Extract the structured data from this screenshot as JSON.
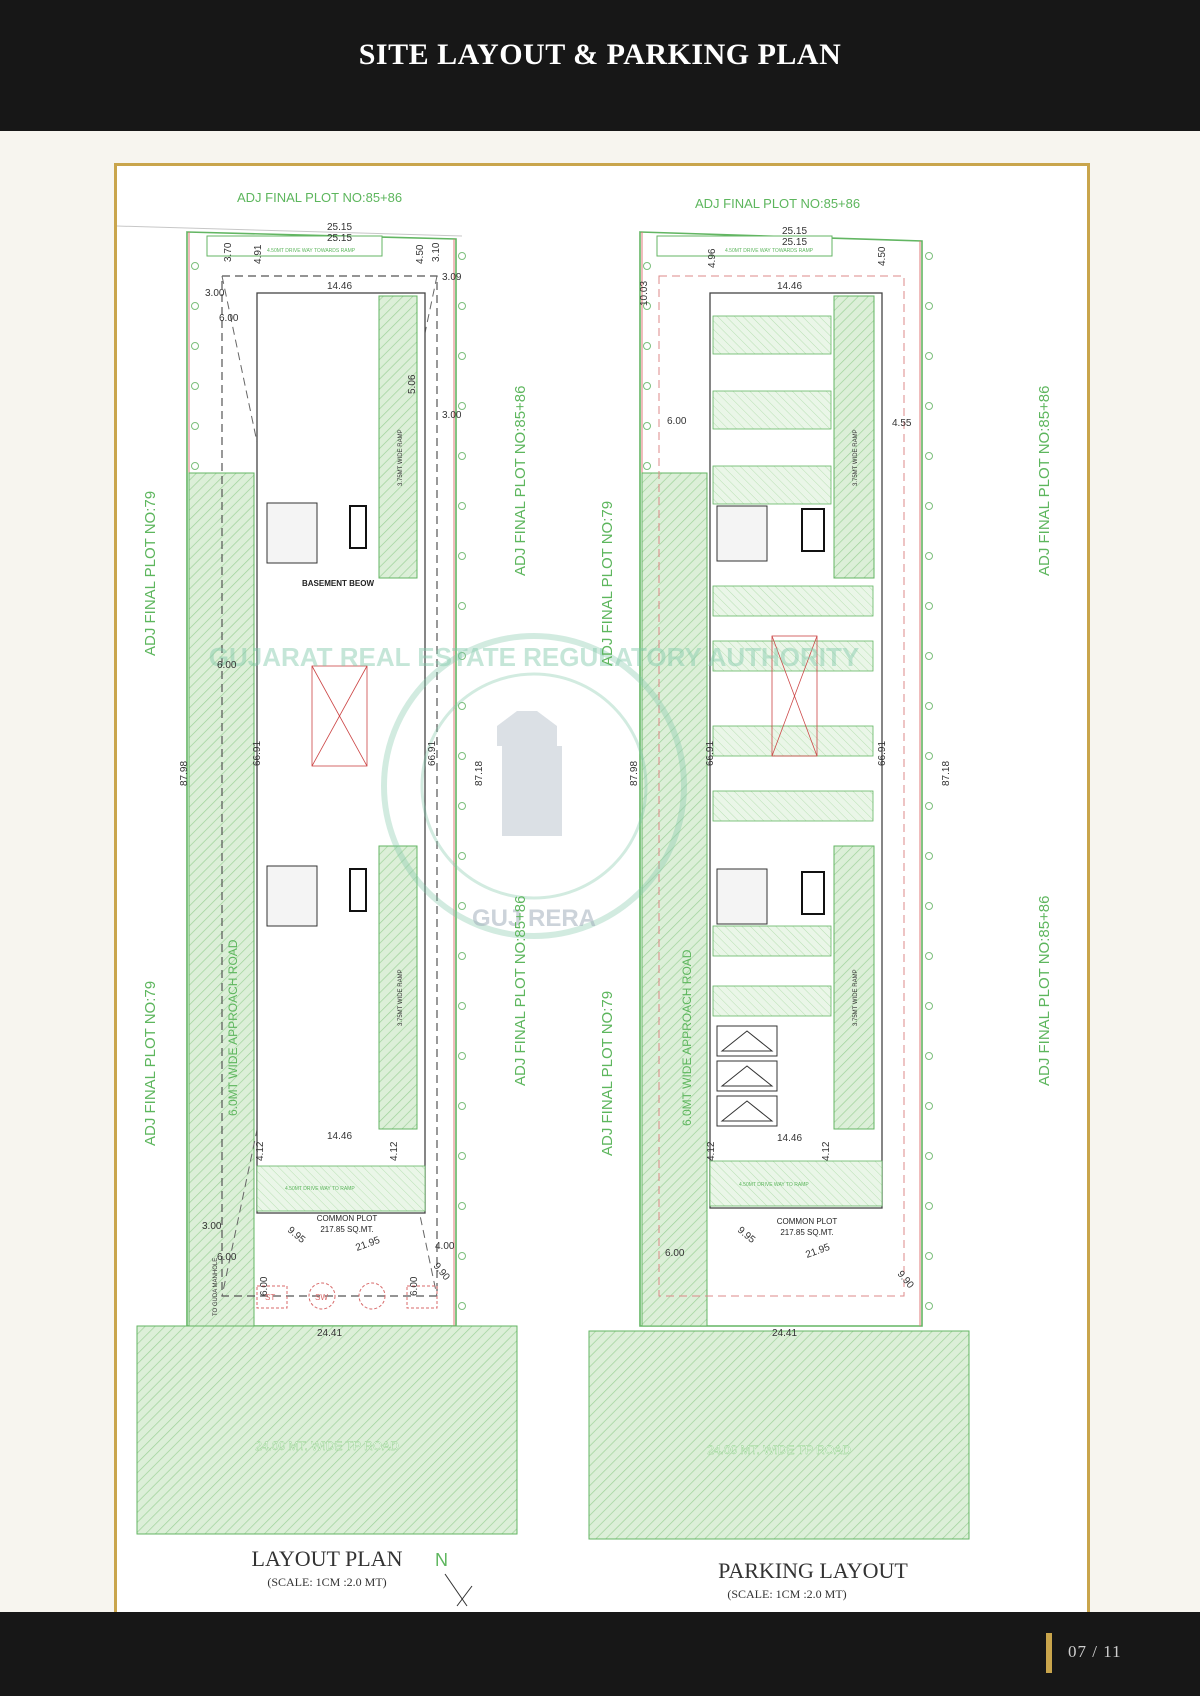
{
  "page": {
    "title": "SITE LAYOUT & PARKING PLAN",
    "page_number": "07",
    "page_total": "11",
    "page_separator": "/"
  },
  "colors": {
    "header_bg": "#171717",
    "gold_accent": "#c9a54c",
    "plan_green": "#63b663",
    "plan_fill": "#d9efd6",
    "page_bg": "#f7f5ef"
  },
  "stamp": {
    "outer_text": "GUJARAT REAL ESTATE REGULATORY AUTHORITY",
    "inner_text": "GUJ RERA"
  },
  "layout_plan": {
    "adj_top": "ADJ FINAL PLOT NO:85+86",
    "adj_left_upper": "ADJ FINAL PLOT NO:79",
    "adj_left_lower": "ADJ FINAL PLOT NO:79",
    "adj_right_upper": "ADJ FINAL PLOT NO:85+86",
    "adj_right_lower": "ADJ FINAL PLOT NO:85+86",
    "dim_top_1": "25.15",
    "dim_top_2": "25.15",
    "dim_width": "14.46",
    "dim_width_bottom": "14.46",
    "dim_depth": "66.91",
    "dim_depth_2": "66.91",
    "dim_total_left": "87.98",
    "dim_total_right": "87.18",
    "dim_front": "24.41",
    "dim_3_70": "3.70",
    "dim_4_91": "4.91",
    "dim_4_50": "4.50",
    "dim_3_10": "3.10",
    "dim_3_09": "3.09",
    "dim_3_00_a": "3.00",
    "dim_6_00_a": "6.00",
    "dim_3_00_b": "3.00",
    "dim_6_00_b": "6.00",
    "dim_3_00_c": "3.00",
    "dim_6_00_c": "6.00",
    "dim_4_12_a": "4.12",
    "dim_4_12_b": "4.12",
    "dim_4_00": "4.00",
    "dim_9_95": "9.95",
    "dim_21_95": "21.95",
    "dim_9_90": "9.90",
    "dim_6_00_d": "6.00",
    "dim_6_00_e": "6.00",
    "dim_5_06": "5.06",
    "approach_road": "6.0MT WIDE APPROACH ROAD",
    "basement": "BASEMENT BEOW",
    "common_plot": "COMMON PLOT",
    "common_plot_area": "217.85 SQ.MT.",
    "ramp_label_upper": "3.75MT WIDE RAMP",
    "ramp_label_lower": "3.75MT WIDE RAMP",
    "drive_way_bottom": "4.50MT DRIVE WAY TO RAMP",
    "drive_way_top": "4.50MT DRIVE WAY TOWARDS RAMP",
    "sw": "SW",
    "st": "ST",
    "guda": "TO GUDA MANHOLE",
    "road": "24.00 MT. WIDE TP ROAD",
    "plan_title": "LAYOUT  PLAN",
    "scale": "(SCALE: 1CM :2.0 MT)",
    "north": "N"
  },
  "parking_layout": {
    "adj_top": "ADJ FINAL PLOT NO:85+86",
    "adj_left_upper": "ADJ FINAL PLOT NO:79",
    "adj_left_lower": "ADJ FINAL PLOT NO:79",
    "adj_right_upper": "ADJ FINAL PLOT NO:85+86",
    "adj_right_lower": "ADJ FINAL PLOT NO:85+86",
    "dim_top_1": "25.15",
    "dim_top_2": "25.15",
    "dim_width": "14.46",
    "dim_width_bottom": "14.46",
    "dim_depth": "66.91",
    "dim_depth_2": "66.91",
    "dim_total_left": "87.98",
    "dim_total_right": "87.18",
    "dim_front": "24.41",
    "dim_4_96": "4.96",
    "dim_4_50": "4.50",
    "dim_10_03": "10.03",
    "dim_6_00": "6.00",
    "dim_4_55": "4.55",
    "dim_4_12_a": "4.12",
    "dim_4_12_b": "4.12",
    "dim_6_00_b": "6.00",
    "dim_9_95": "9.95",
    "dim_21_95": "21.95",
    "dim_9_90": "9.90",
    "approach_road": "6.0MT WIDE APPROACH ROAD",
    "common_plot": "COMMON PLOT",
    "common_plot_area": "217.85 SQ.MT.",
    "ramp_label_upper": "3.75MT WIDE RAMP",
    "ramp_label_lower": "3.75MT WIDE RAMP",
    "drive_way_bottom": "4.50MT DRIVE WAY TO RAMP",
    "drive_way_top": "4.50MT DRIVE WAY TOWARDS RAMP",
    "road": "24.00 MT. WIDE TP ROAD",
    "plan_title": "PARKING LAYOUT",
    "scale": "(SCALE: 1CM :2.0 MT)"
  }
}
